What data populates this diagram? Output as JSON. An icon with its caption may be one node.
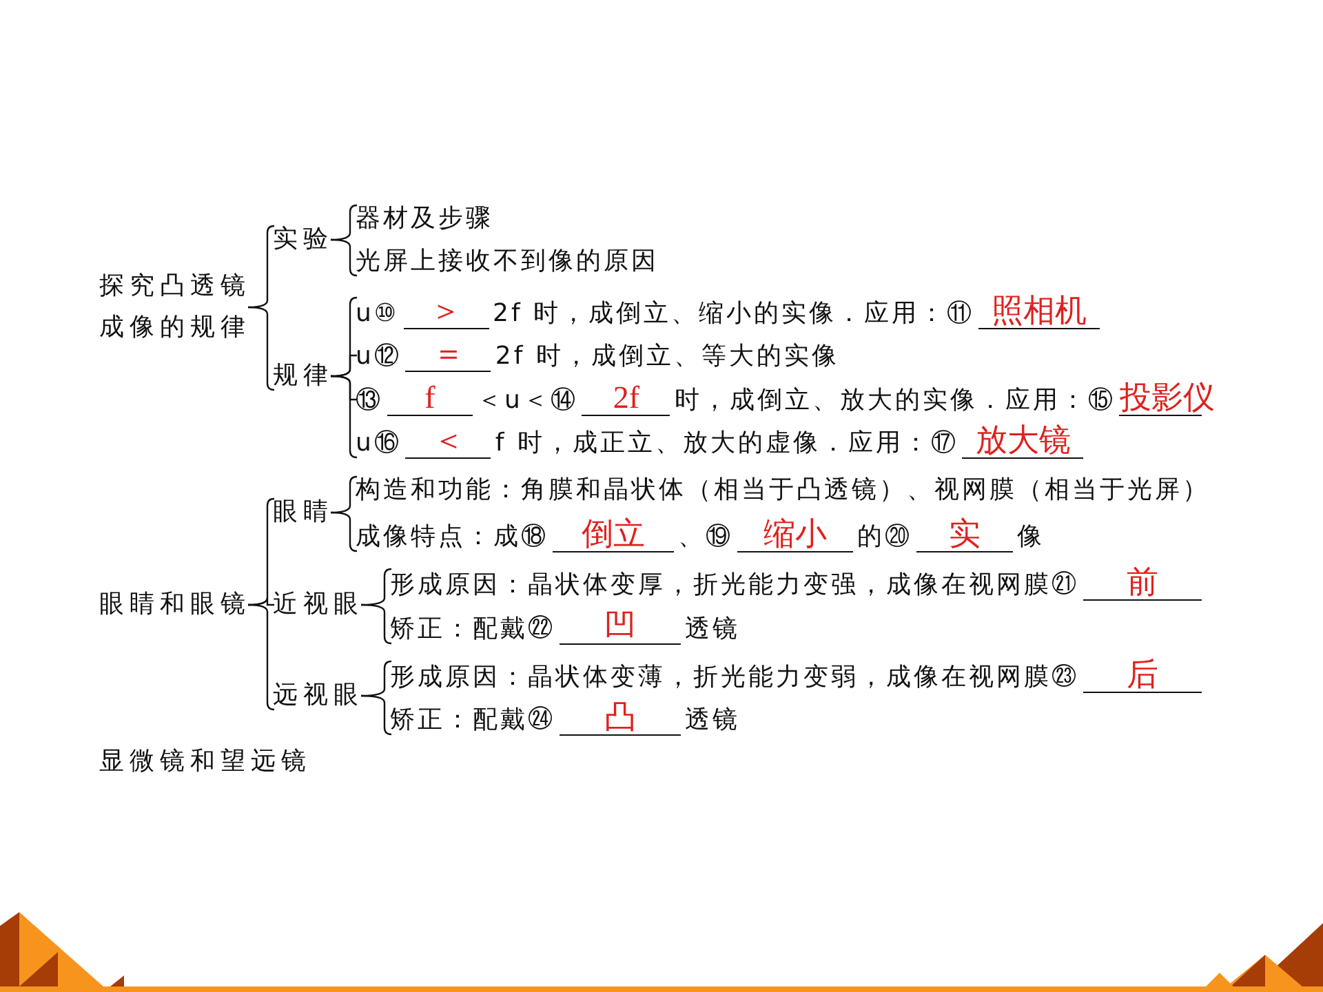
{
  "diagram": {
    "nodes": [
      {
        "text": [
          "探究凸透镜成像的规律"
        ]
      },
      {
        "text": [
          "实验"
        ]
      },
      {
        "text": [
          "器材及步骤"
        ]
      },
      {
        "text": [
          "光屏上接收不到像的原因"
        ]
      },
      {
        "text": [
          "规律"
        ]
      },
      {
        "text": [
          "u⑩",
          "＞",
          "2f 时，成倒立、缩小的实像．应用：⑪",
          "照相机"
        ]
      },
      {
        "text": [
          "u⑫",
          "＝",
          "2f 时，成倒立、等大的实像"
        ]
      },
      {
        "text": [
          "⑬",
          "f",
          "＜u＜⑭",
          "2f",
          "时，成倒立、放大的实像．应用：⑮",
          "投影仪"
        ]
      },
      {
        "text": [
          "u⑯",
          "＜",
          "f 时，成正立、放大的虚像．应用：⑰",
          "放大镜"
        ]
      },
      {
        "text": [
          "眼睛和眼镜"
        ]
      },
      {
        "text": [
          "眼睛"
        ]
      },
      {
        "text": [
          "构造和功能：角膜和晶状体（相当于凸透镜）、视网膜（相当于光屏）"
        ]
      },
      {
        "text": [
          "成像特点：成⑱",
          "倒立",
          "、⑲",
          "缩小",
          "的⑳",
          "实",
          "像"
        ]
      },
      {
        "text": [
          "近视眼"
        ]
      },
      {
        "text": [
          "形成原因：晶状体变厚，折光能力变强，成像在视网膜㉑",
          "前"
        ]
      },
      {
        "text": [
          "矫正：配戴㉒",
          "凹",
          "透镜"
        ]
      },
      {
        "text": [
          "远视眼"
        ]
      },
      {
        "text": [
          "形成原因：晶状体变薄，折光能力变弱，成像在视网膜㉓",
          "后"
        ]
      },
      {
        "text": [
          "矫正：配戴㉔",
          "凸",
          "透镜"
        ]
      }
    ],
    "edges": [
      {
        "from": 0,
        "to": 1,
        "arrow": "none"
      },
      {
        "from": 0,
        "to": 4,
        "arrow": "none"
      },
      {
        "from": 1,
        "to": 2,
        "arrow": "none"
      },
      {
        "from": 1,
        "to": 3,
        "arrow": "none"
      },
      {
        "from": 4,
        "to": 5,
        "arrow": "none"
      },
      {
        "from": 4,
        "to": 6,
        "arrow": "none"
      },
      {
        "from": 4,
        "to": 7,
        "arrow": "none"
      },
      {
        "from": 4,
        "to": 8,
        "arrow": "none"
      },
      {
        "from": 9,
        "to": 10,
        "arrow": "none"
      },
      {
        "from": 9,
        "to": 13,
        "arrow": "none"
      },
      {
        "from": 9,
        "to": 16,
        "arrow": "none"
      },
      {
        "from": 10,
        "to": 11,
        "arrow": "none"
      },
      {
        "from": 10,
        "to": 12,
        "arrow": "none"
      },
      {
        "from": 13,
        "to": 14,
        "arrow": "none"
      },
      {
        "from": 13,
        "to": 15,
        "arrow": "none"
      },
      {
        "from": 16,
        "to": 17,
        "arrow": "none"
      },
      {
        "from": 16,
        "to": 18,
        "arrow": "none"
      }
    ],
    "labels": [
      "显微镜和望远镜"
    ]
  }
}
